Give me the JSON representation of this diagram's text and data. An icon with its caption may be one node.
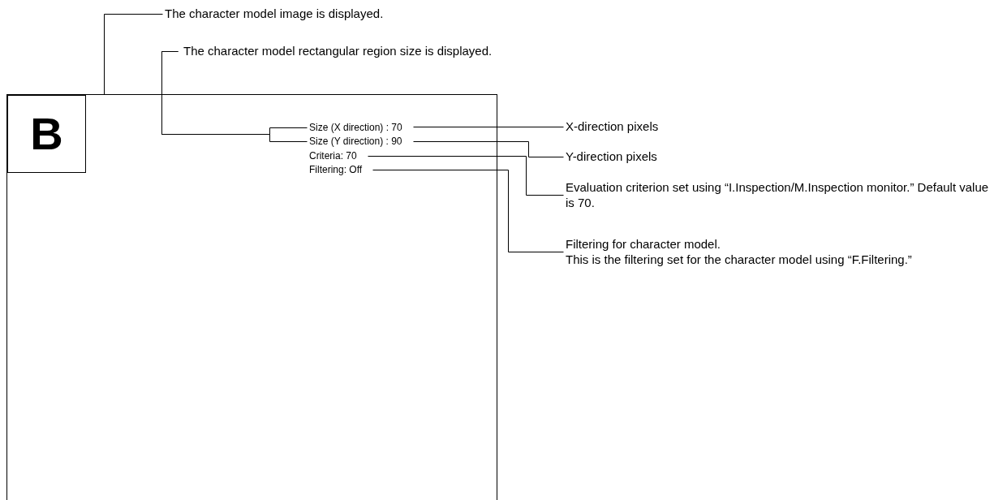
{
  "diagram": {
    "nodes": [
      {
        "text": [],
        "shape": "box"
      },
      {
        "text": [
          "B"
        ],
        "in": 0
      },
      {
        "text": [
          "Size (X direction) : 70"
        ],
        "in": 0
      },
      {
        "text": [
          "Size (Y direction) : 90"
        ],
        "in": 0
      },
      {
        "text": [
          "Criteria: 70"
        ],
        "in": 0
      },
      {
        "text": [
          "Filtering: Off"
        ],
        "in": 0
      },
      {
        "text": [
          "The character model image is displayed."
        ]
      },
      {
        "text": [
          "The character model rectangular region size is displayed."
        ]
      },
      {
        "text": [
          "X-direction pixels"
        ]
      },
      {
        "text": [
          "Y-direction pixels"
        ]
      },
      {
        "text": [
          "Evaluation criterion set using “I.Inspection/M.Inspection monitor.” Default value is 70."
        ]
      },
      {
        "text": [
          "Filtering for character model.",
          "This is the filtering set for the character model using “F.Filtering.”"
        ]
      }
    ],
    "edges": [
      {
        "from": 6,
        "to": 0,
        "arrow": "none"
      },
      {
        "from": 7,
        "to": 2,
        "arrow": "none"
      },
      {
        "from": 7,
        "to": 3,
        "arrow": "none"
      },
      {
        "from": 2,
        "to": 8,
        "arrow": "none"
      },
      {
        "from": 3,
        "to": 9,
        "arrow": "none"
      },
      {
        "from": 4,
        "to": 10,
        "arrow": "none"
      },
      {
        "from": 5,
        "to": 11,
        "arrow": "none"
      }
    ]
  }
}
